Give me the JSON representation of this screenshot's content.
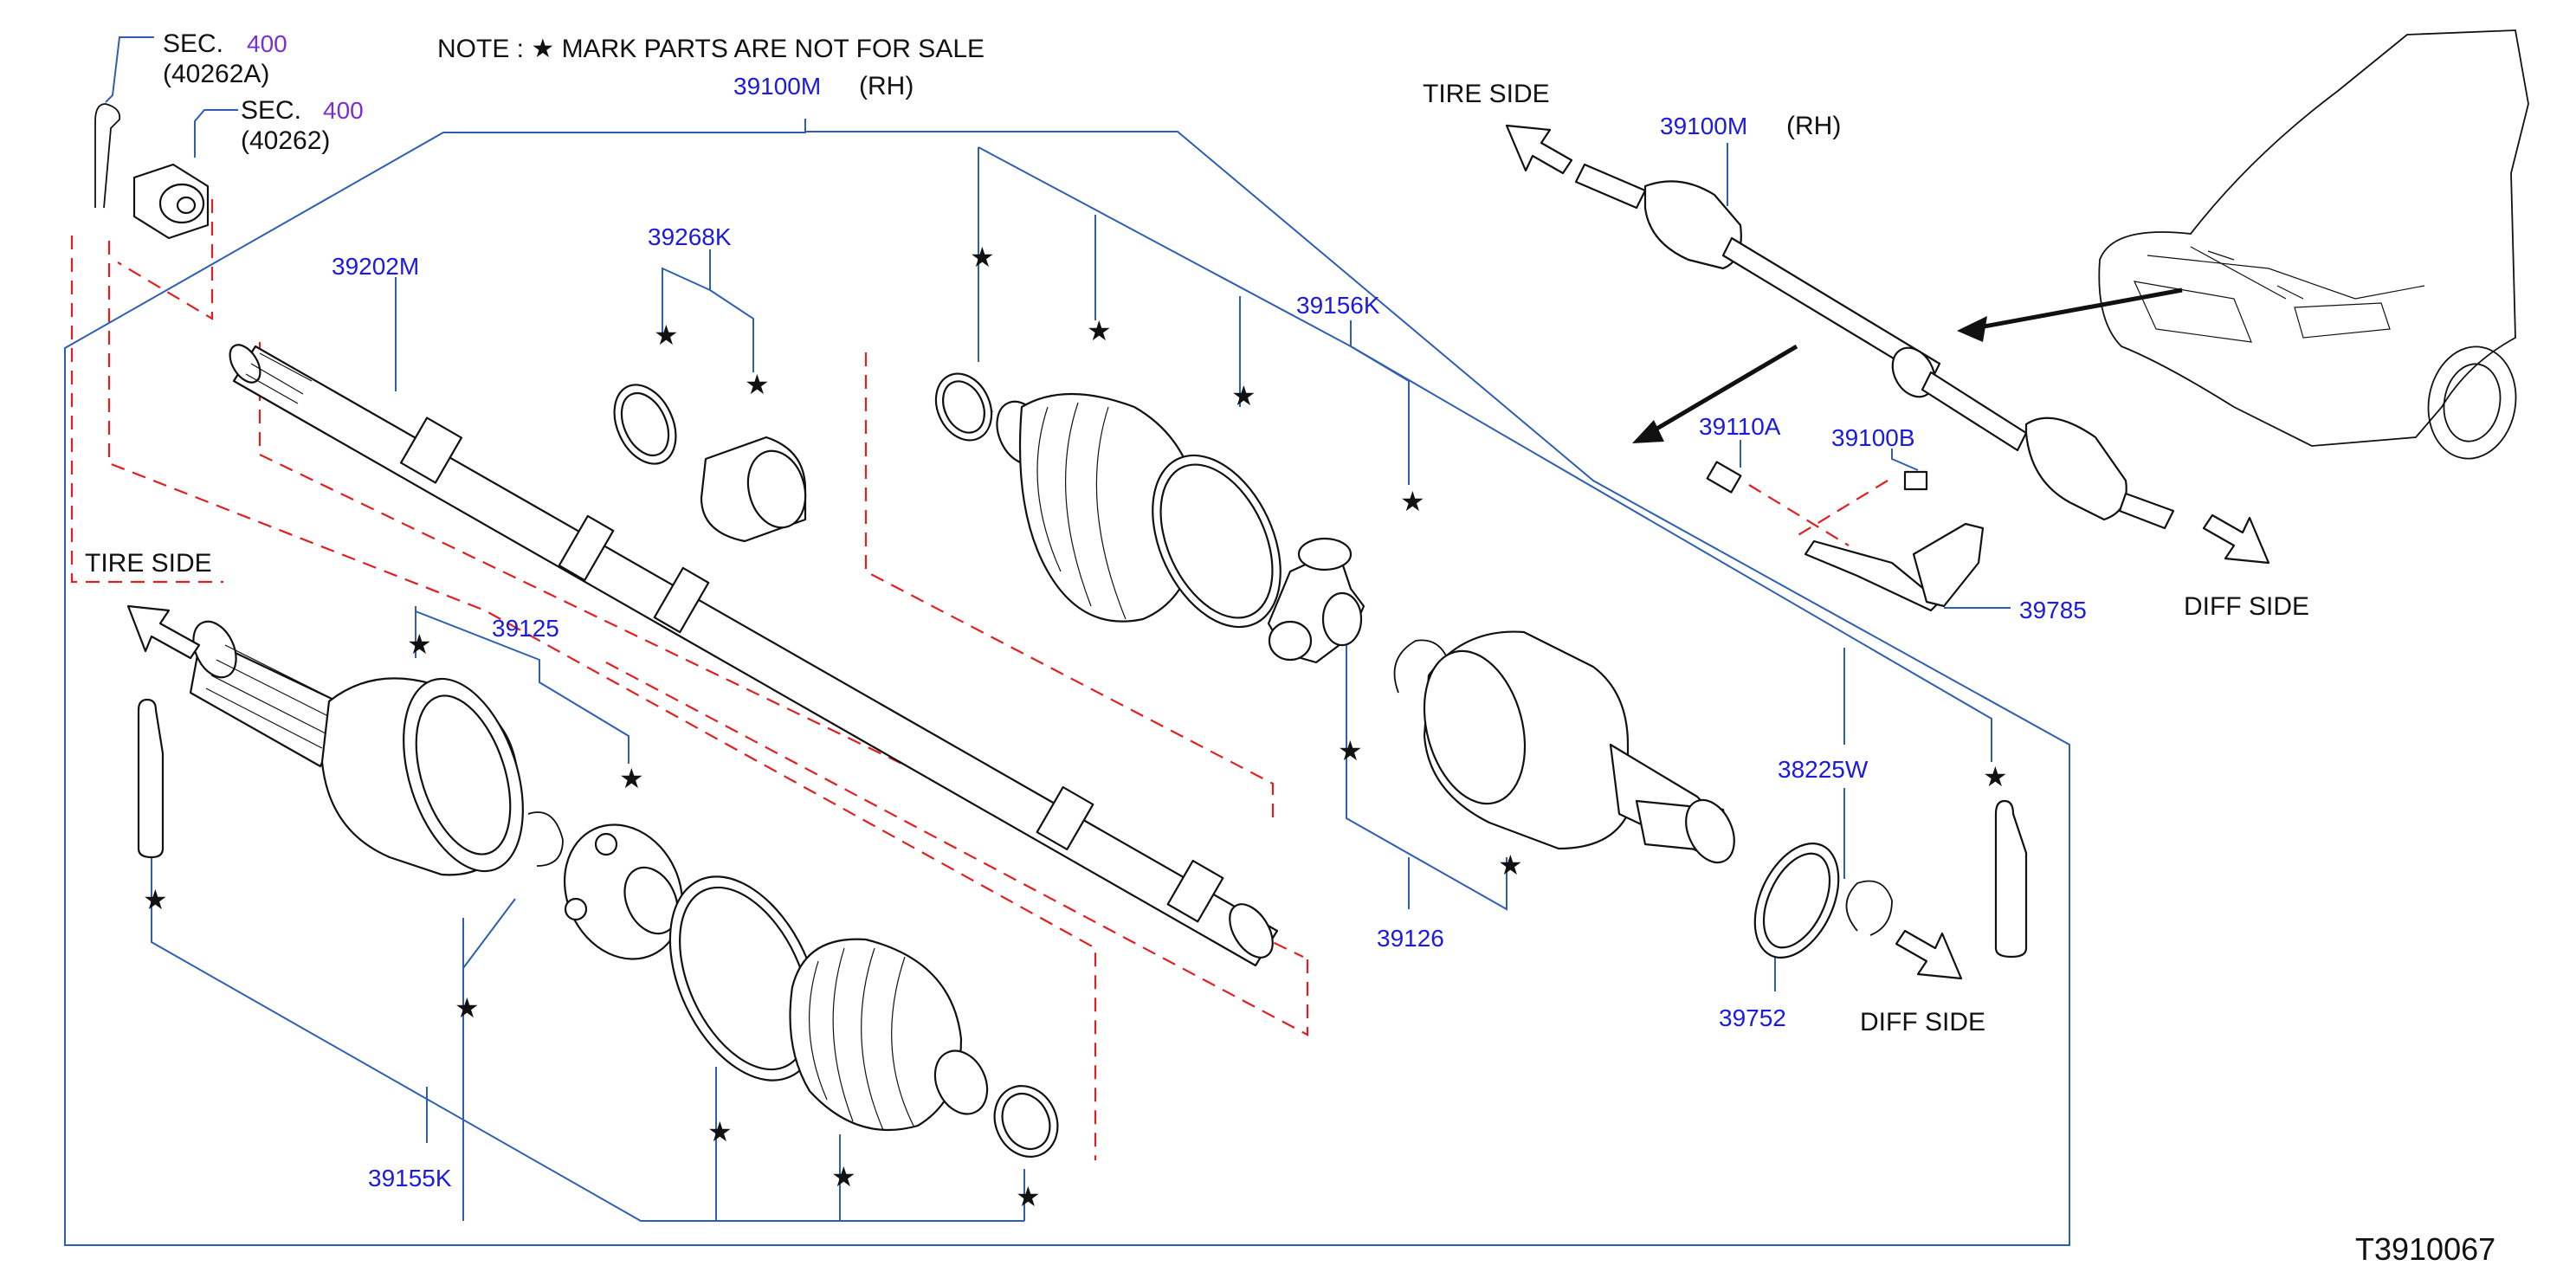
{
  "note": {
    "text": "NOTE  :  ★  MARK  PARTS  ARE  NOT  FOR  SALE"
  },
  "sections": [
    {
      "sec": "SEC.",
      "num": "400",
      "code": "(40262A)"
    },
    {
      "sec": "SEC.",
      "num": "400",
      "code": "(40262)"
    }
  ],
  "parts": {
    "p39100M_main": "39100M",
    "p39100M_main_side": "(RH)",
    "p39100M_top": "39100M",
    "p39100M_top_side": "(RH)",
    "p39202M": "39202M",
    "p39268K": "39268K",
    "p39156K": "39156K",
    "p39125": "39125",
    "p39155K": "39155K",
    "p39126": "39126",
    "p38225W": "38225W",
    "p39752": "39752",
    "p39110A": "39110A",
    "p39100B": "39100B",
    "p39785": "39785"
  },
  "sides": {
    "tire_left": "TIRE   SIDE",
    "tire_top": "TIRE   SIDE",
    "diff_right": "DIFF   SIDE",
    "diff_bottom": "DIFF   SIDE"
  },
  "star_symbol": "★",
  "ref_code": "T3910067",
  "colors": {
    "callout": "#2e5fb0",
    "label": "#1a1ae0",
    "section": "#7a2fd0",
    "dashed": "#e02020",
    "ink": "#111111"
  }
}
